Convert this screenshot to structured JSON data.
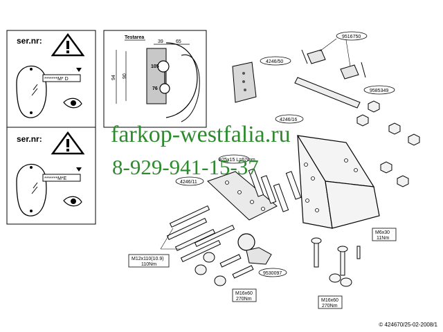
{
  "panels": {
    "top_left": {
      "label": "ser.nr:",
      "code": "*******M* D"
    },
    "bottom_left": {
      "label": "ser.nr:",
      "code": "*******M*E"
    }
  },
  "detail": {
    "title": "Testarea",
    "dim_39": "39",
    "dim_65": "65",
    "dim_94": "94",
    "dim_90": "90",
    "dim_105": "105",
    "dim_76": "76"
  },
  "parts": {
    "p4246_50": "4246/50",
    "p9516750": "9516750",
    "p9585349": "9585349",
    "p4246_16": "4246/16",
    "p4246_11": "4246/11",
    "p25x15": "ø25x15 L=67mm",
    "p9530097": "9530097"
  },
  "fasteners": {
    "m12_size": "M12x110(10.9)",
    "m12_torque": "110Nm",
    "m16a_size": "M16x60",
    "m16a_torque": "270Nm",
    "m16b_size": "M16x60",
    "m16b_torque": "270Nm",
    "m6_size": "M6x30",
    "m6_torque": "11Nm"
  },
  "watermark": {
    "site": "farkop-westfalia.ru",
    "phone": "8-929-941-15-37"
  },
  "footer": {
    "text": "© 424670/25-02-2008/1"
  }
}
